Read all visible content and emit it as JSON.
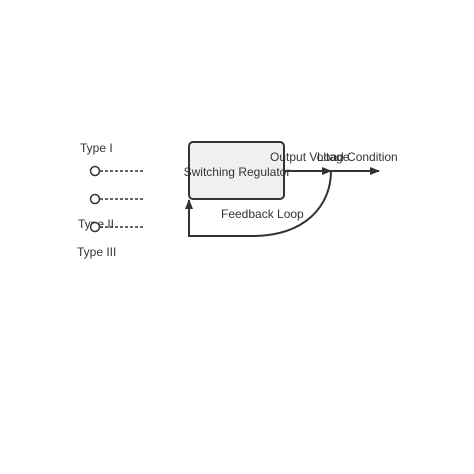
{
  "diagram": {
    "types": [
      "Type I",
      "Type II",
      "Type III"
    ],
    "regulator_label": "Switching Regulator",
    "output_label": "Output Voltage",
    "load_label": "Load Condition",
    "feedback_label": "Feedback Loop"
  },
  "colors": {
    "stroke": "#333333",
    "box_fill": "#f0f0f0",
    "text": "#333333"
  }
}
